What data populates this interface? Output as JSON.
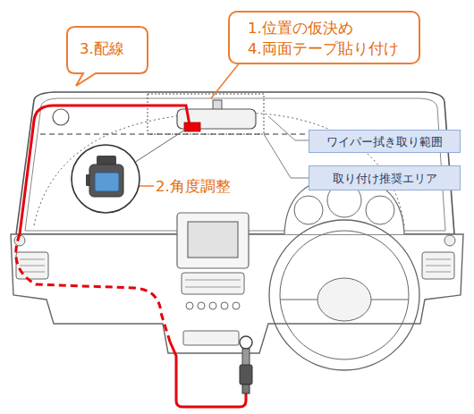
{
  "diagram": {
    "nodes": [
      {
        "text": [
          "1.位置の仮決め",
          "4.両面テープ貼り付け"
        ]
      },
      {
        "text": [
          "3.配線"
        ]
      },
      {
        "text": [
          "ワイパー拭き取り範囲"
        ]
      },
      {
        "text": [
          "取り付け推奨エリア"
        ]
      }
    ],
    "labels": [
      "2.角度調整"
    ]
  }
}
